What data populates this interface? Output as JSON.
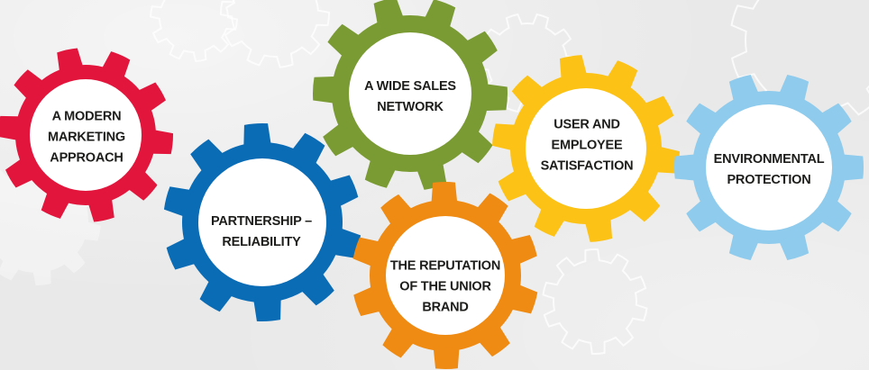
{
  "gears": [
    {
      "color": "#e2163d",
      "lines": [
        "A MODERN",
        "MARKETING",
        "APPROACH"
      ]
    },
    {
      "color": "#0b6cb6",
      "lines": [
        "PARTNERSHIP –",
        "RELIABILITY"
      ]
    },
    {
      "color": "#7a9b34",
      "lines": [
        "A WIDE SALES",
        "NETWORK"
      ]
    },
    {
      "color": "#ef8a12",
      "lines": [
        "THE REPUTATION",
        "OF THE UNIOR",
        "BRAND"
      ]
    },
    {
      "color": "#fcc216",
      "lines": [
        "USER AND",
        "EMPLOYEE",
        "SATISFACTION"
      ]
    },
    {
      "color": "#8fcbec",
      "lines": [
        "ENVIRONMENTAL",
        "PROTECTION"
      ]
    }
  ],
  "colors": {
    "background": "#e9e9e9",
    "center_fill": "#ffffff",
    "label_text": "#1d1d1b"
  }
}
